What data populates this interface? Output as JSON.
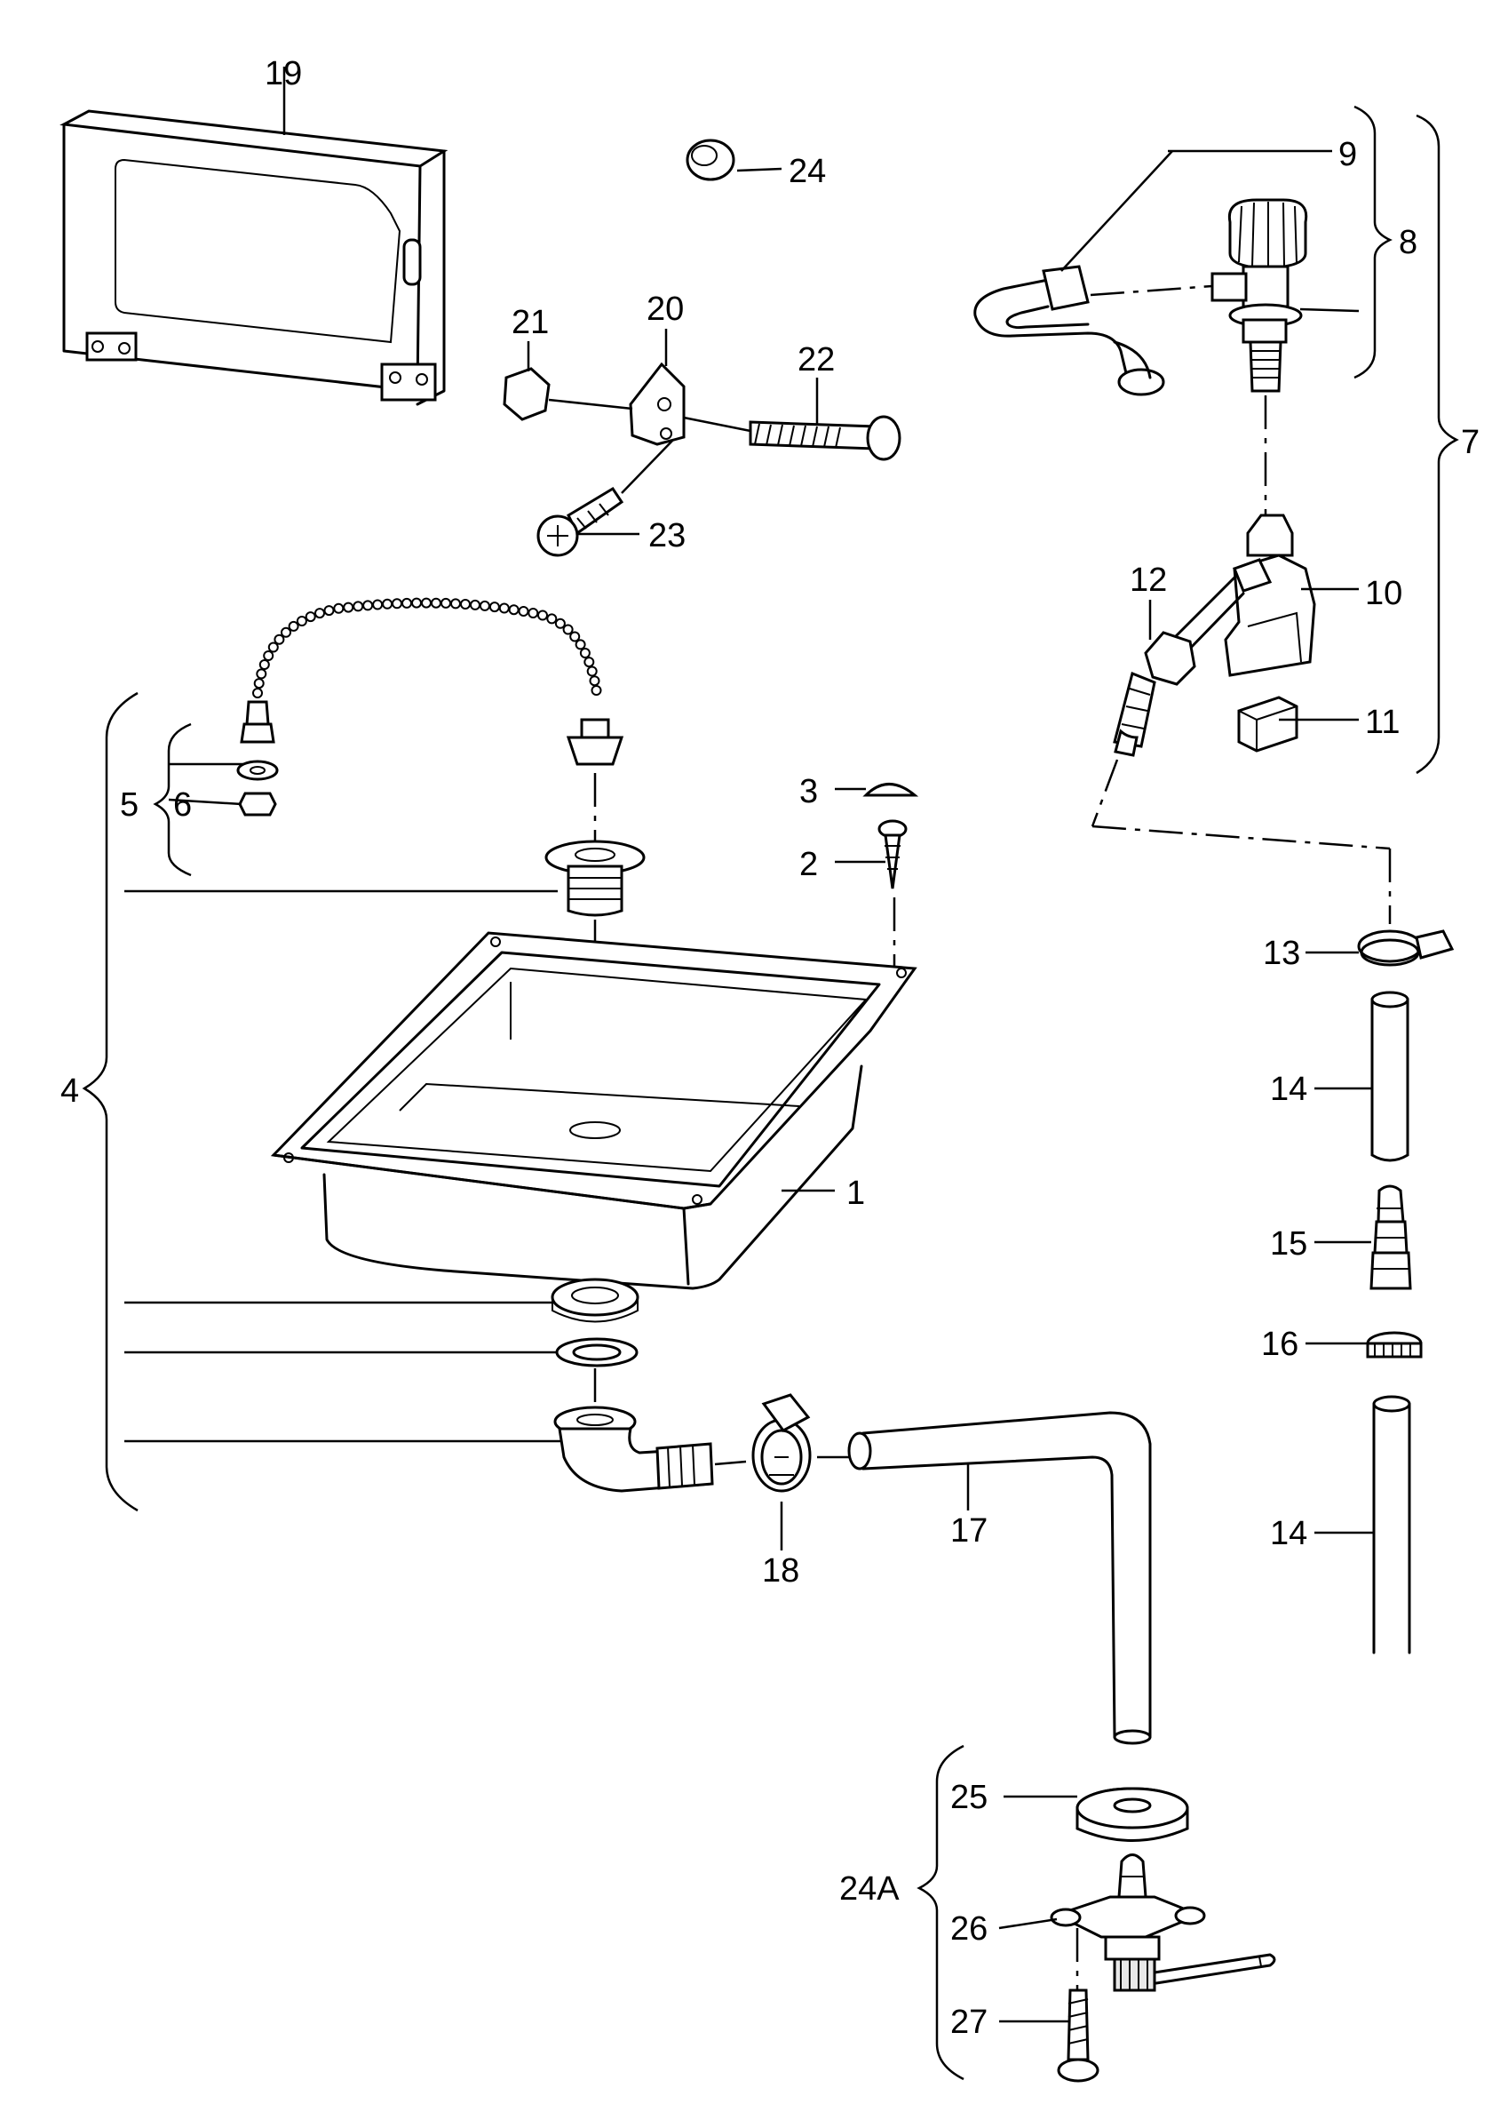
{
  "labels": {
    "l1": "1",
    "l2": "2",
    "l3": "3",
    "l4": "4",
    "l5": "5",
    "l6": "6",
    "l7": "7",
    "l8": "8",
    "l9": "9",
    "l10": "10",
    "l11": "11",
    "l12": "12",
    "l13": "13",
    "l14a": "14",
    "l14b": "14",
    "l15": "15",
    "l16": "16",
    "l17": "17",
    "l18": "18",
    "l19": "19",
    "l20": "20",
    "l21": "21",
    "l22": "22",
    "l23": "23",
    "l24": "24",
    "l24a": "24A",
    "l25": "25",
    "l26": "26",
    "l27": "27"
  }
}
